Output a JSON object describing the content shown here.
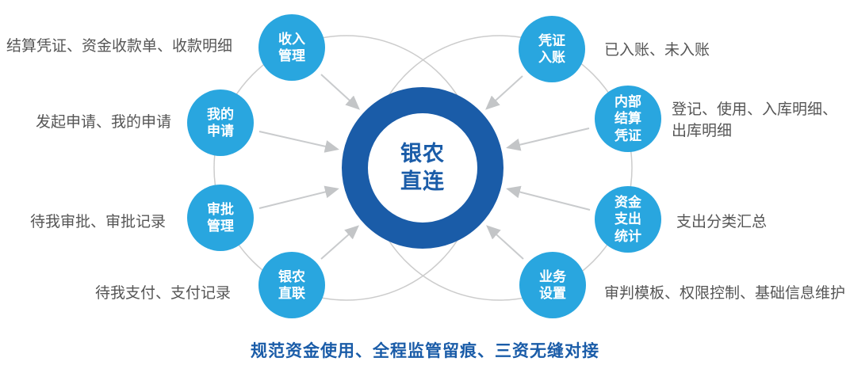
{
  "center": {
    "title": "银农\n直连"
  },
  "nodes": [
    {
      "id": "income-management",
      "label": "收入\n管理",
      "description": "结算凭证、资金收款单、收款明细"
    },
    {
      "id": "my-application",
      "label": "我的\n申请",
      "description": "发起申请、我的申请"
    },
    {
      "id": "approval-management",
      "label": "审批\n管理",
      "description": "待我审批、审批记录"
    },
    {
      "id": "bank-agri-direct-link",
      "label": "银农\n直联",
      "description": "待我支付、支付记录"
    },
    {
      "id": "voucher-entry",
      "label": "凭证\n入账",
      "description": "已入账、未入账"
    },
    {
      "id": "internal-settlement-voucher",
      "label": "内部\n结算\n凭证",
      "description": "登记、使用、入库明细、\n出库明细"
    },
    {
      "id": "fund-expenditure-stats",
      "label": "资金\n支出\n统计",
      "description": "支出分类汇总"
    },
    {
      "id": "business-settings",
      "label": "业务\n设置",
      "description": "审判模板、权限控制、基础信息维护"
    }
  ],
  "caption": "规范资金使用、全程监管留痕、三资无缝对接",
  "colors": {
    "node_blue": "#29A6DF",
    "center_blue": "#1A5CA8",
    "arrow_gray": "#C8CACC",
    "group_circle_gray": "#CCCCCC",
    "description_text": "#555555"
  }
}
